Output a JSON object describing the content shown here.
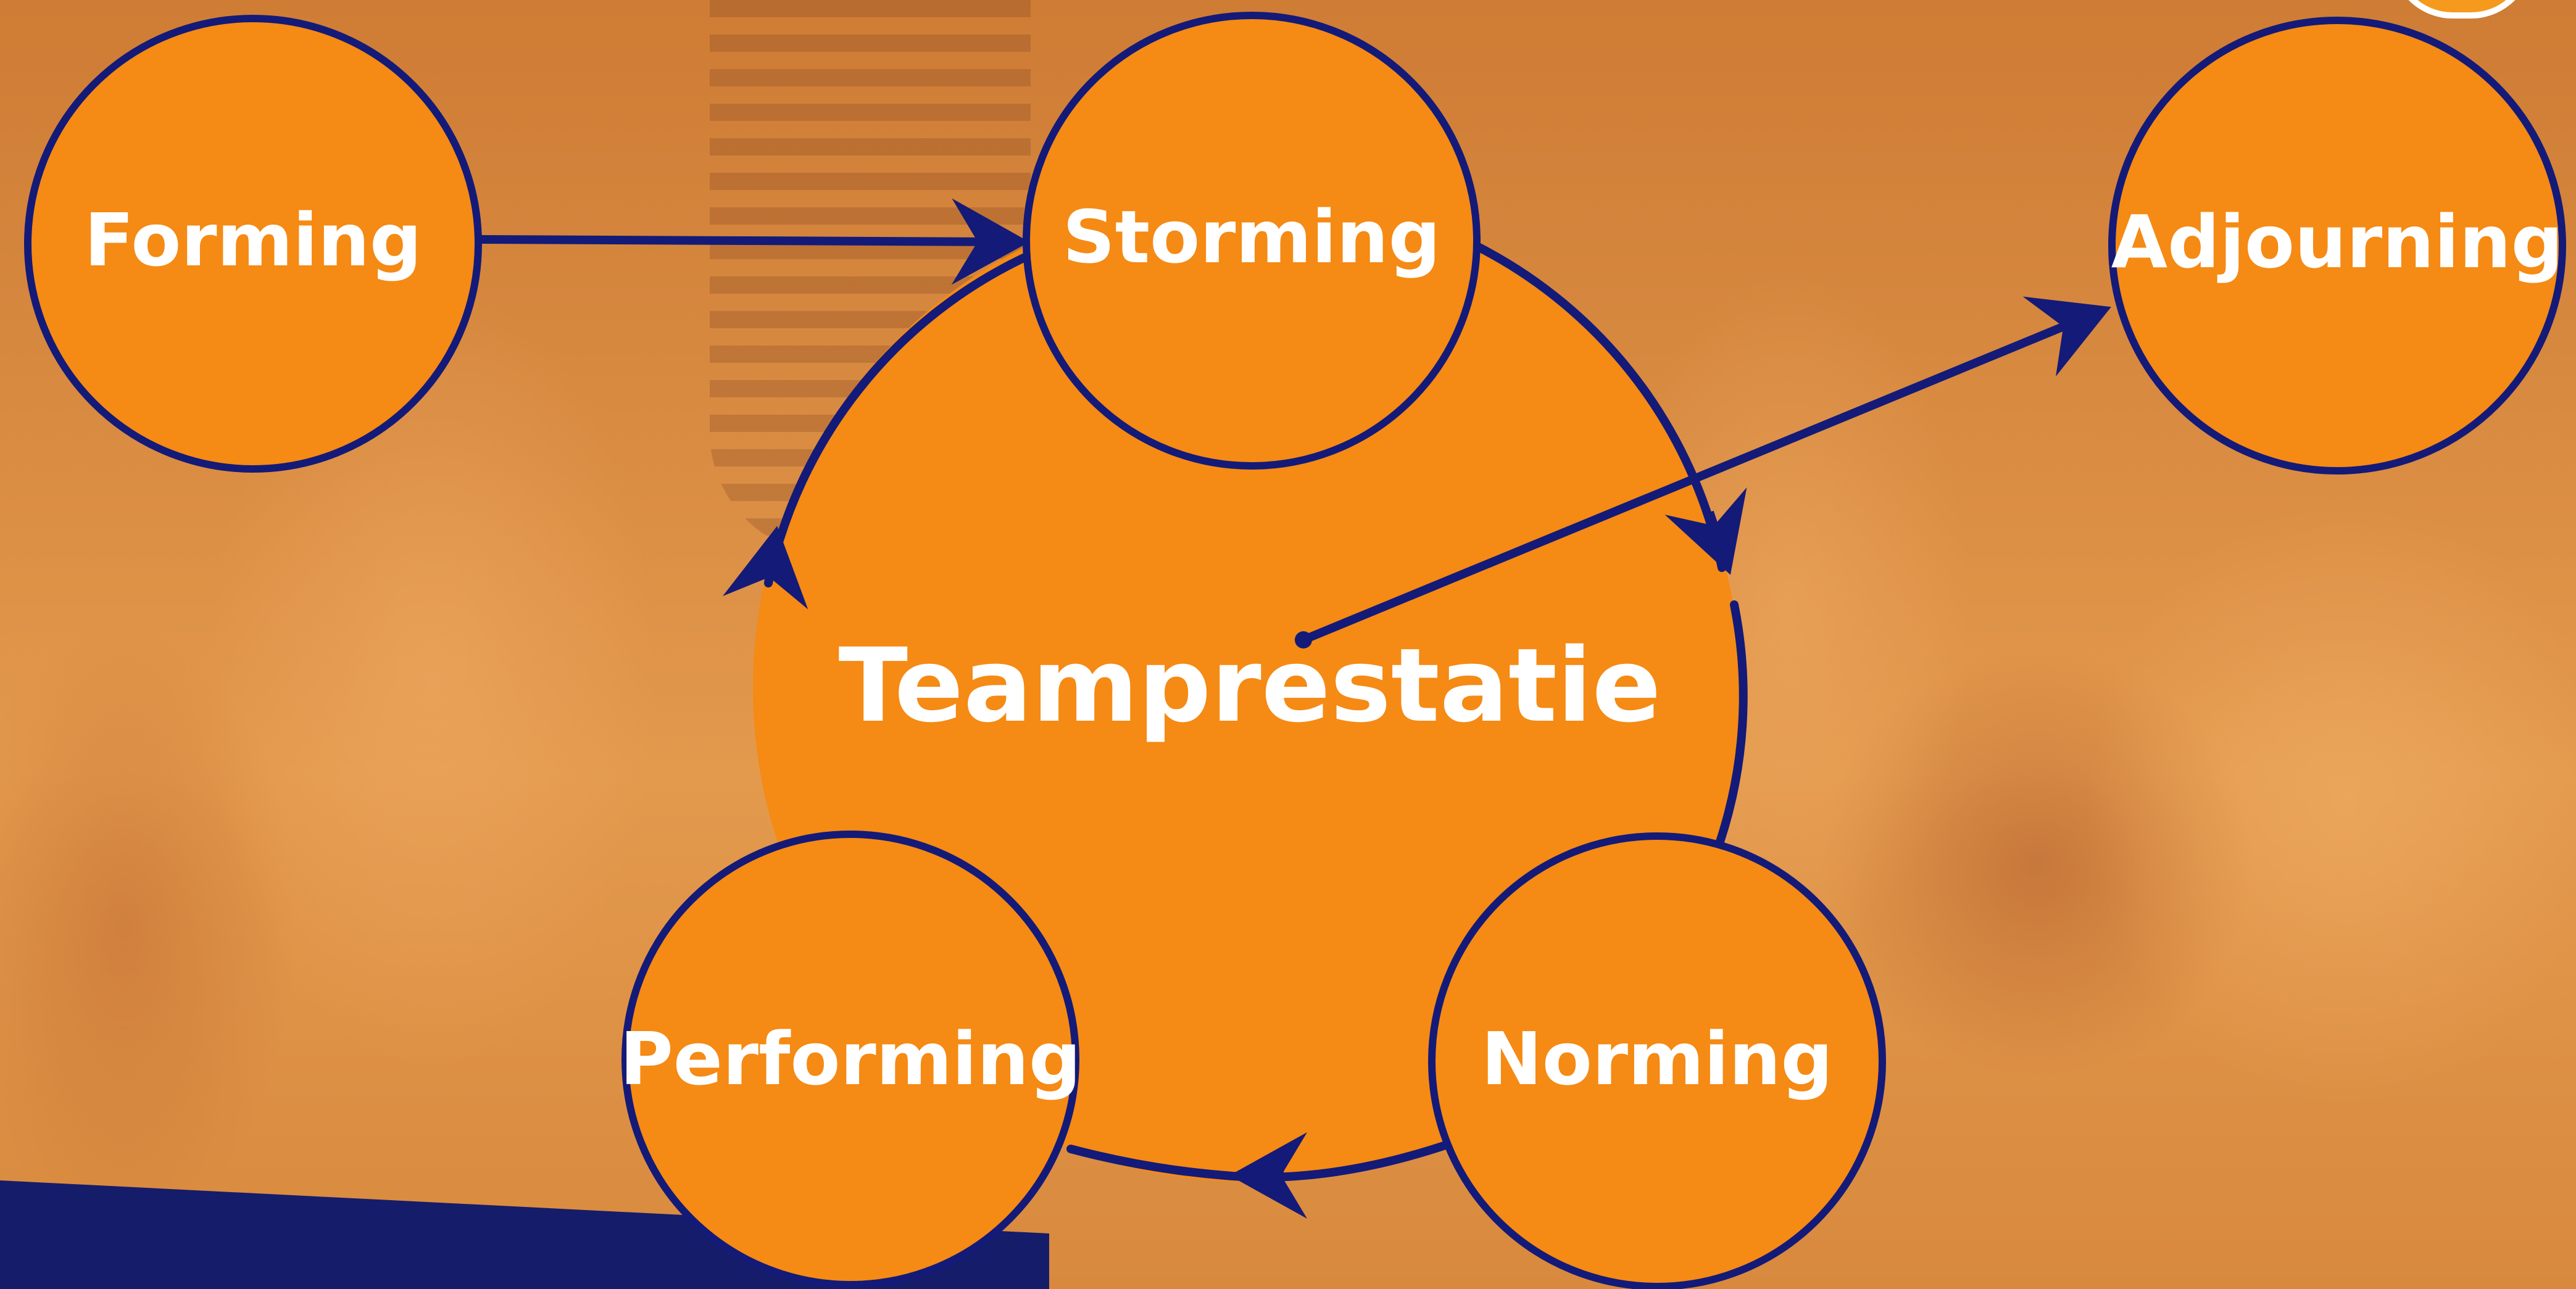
{
  "diagram": {
    "center_label": "Teamprestatie",
    "stages": {
      "forming": "Forming",
      "storming": "Storming",
      "norming": "Norming",
      "performing": "Performing",
      "adjourning": "Adjourning"
    }
  },
  "colors": {
    "node_fill": "#f58a14",
    "stroke": "#141a78",
    "label": "#ffffff",
    "band": "#151c6a"
  }
}
